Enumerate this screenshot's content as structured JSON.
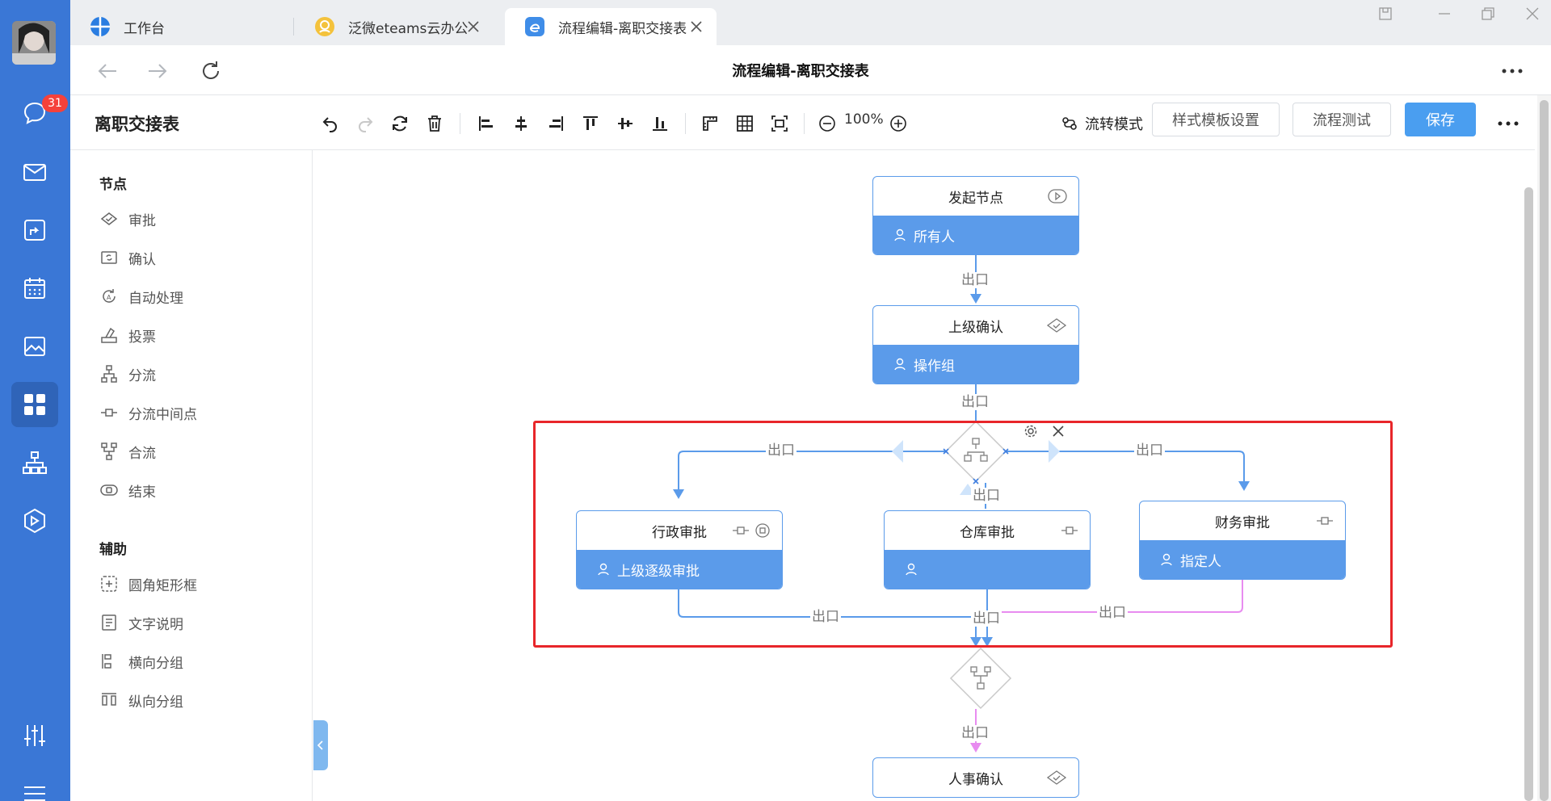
{
  "rail": {
    "badge_count": "31",
    "items": [
      "chat-icon",
      "mail-icon",
      "direction-icon",
      "calendar-icon",
      "image-icon",
      "apps-icon",
      "org-icon",
      "box-icon"
    ],
    "bottom": [
      "settings-sliders-icon",
      "menu-icon"
    ]
  },
  "tabs": [
    {
      "label": "工作台"
    },
    {
      "label": "泛微eteams云办公"
    },
    {
      "label": "流程编辑-离职交接表"
    }
  ],
  "addr": {
    "title": "流程编辑-离职交接表"
  },
  "editor": {
    "title": "离职交接表",
    "zoom": "100%",
    "mode_label": "流转模式",
    "style_btn": "样式模板设置",
    "test_btn": "流程测试",
    "save_btn": "保存"
  },
  "palette": {
    "nodes_head": "节点",
    "nodes": [
      "审批",
      "确认",
      "自动处理",
      "投票",
      "分流",
      "分流中间点",
      "合流",
      "结束"
    ],
    "aux_head": "辅助",
    "aux": [
      "圆角矩形框",
      "文字说明",
      "横向分组",
      "纵向分组"
    ]
  },
  "flow": {
    "start": {
      "title": "发起节点",
      "assignee": "所有人"
    },
    "confirm": {
      "title": "上级确认",
      "assignee": "操作组"
    },
    "admin": {
      "title": "行政审批",
      "assignee": "上级逐级审批"
    },
    "warehouse": {
      "title": "仓库审批",
      "assignee": ""
    },
    "finance": {
      "title": "财务审批",
      "assignee": "指定人"
    },
    "hr": {
      "title": "人事确认"
    },
    "edge_label": "出口"
  },
  "colors": {
    "accent": "#5b9bea",
    "rail": "#3a77d6",
    "pink_edge": "#e88cf0",
    "selection": "#e8262a"
  }
}
